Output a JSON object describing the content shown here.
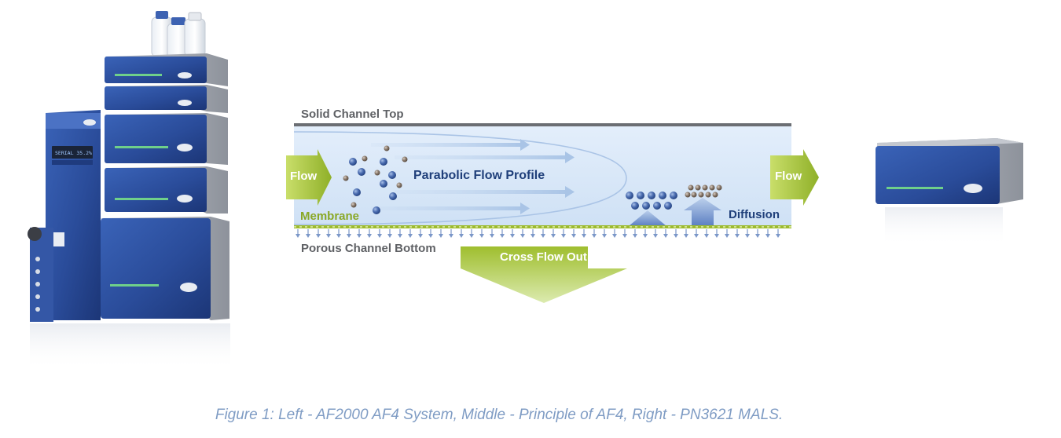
{
  "diagram": {
    "top_label": "Solid Channel Top",
    "bottom_label": "Porous Channel Bottom",
    "flow_in_label": "Flow",
    "flow_out_label": "Flow",
    "parabolic_label": "Parabolic Flow Profile",
    "membrane_label": "Membrane",
    "diffusion_label": "Diffusion",
    "cross_flow_label": "Cross Flow Out"
  },
  "instrument_left": {
    "display_text": "SERIAL  35.2%"
  },
  "colors": {
    "channel_fill": "#dbe9f8",
    "channel_top": "#6b6e73",
    "membrane": "#9cba2e",
    "flow_arrow": "#a8c43a",
    "particle_blue": "#4a6cb0",
    "particle_brown": "#8a7a6c",
    "instrument_blue": "#2b4f9e",
    "caption": "#7f9cc4"
  },
  "caption": "Figure 1: Left - AF2000 AF4 System, Middle - Principle of AF4, Right - PN3621 MALS."
}
